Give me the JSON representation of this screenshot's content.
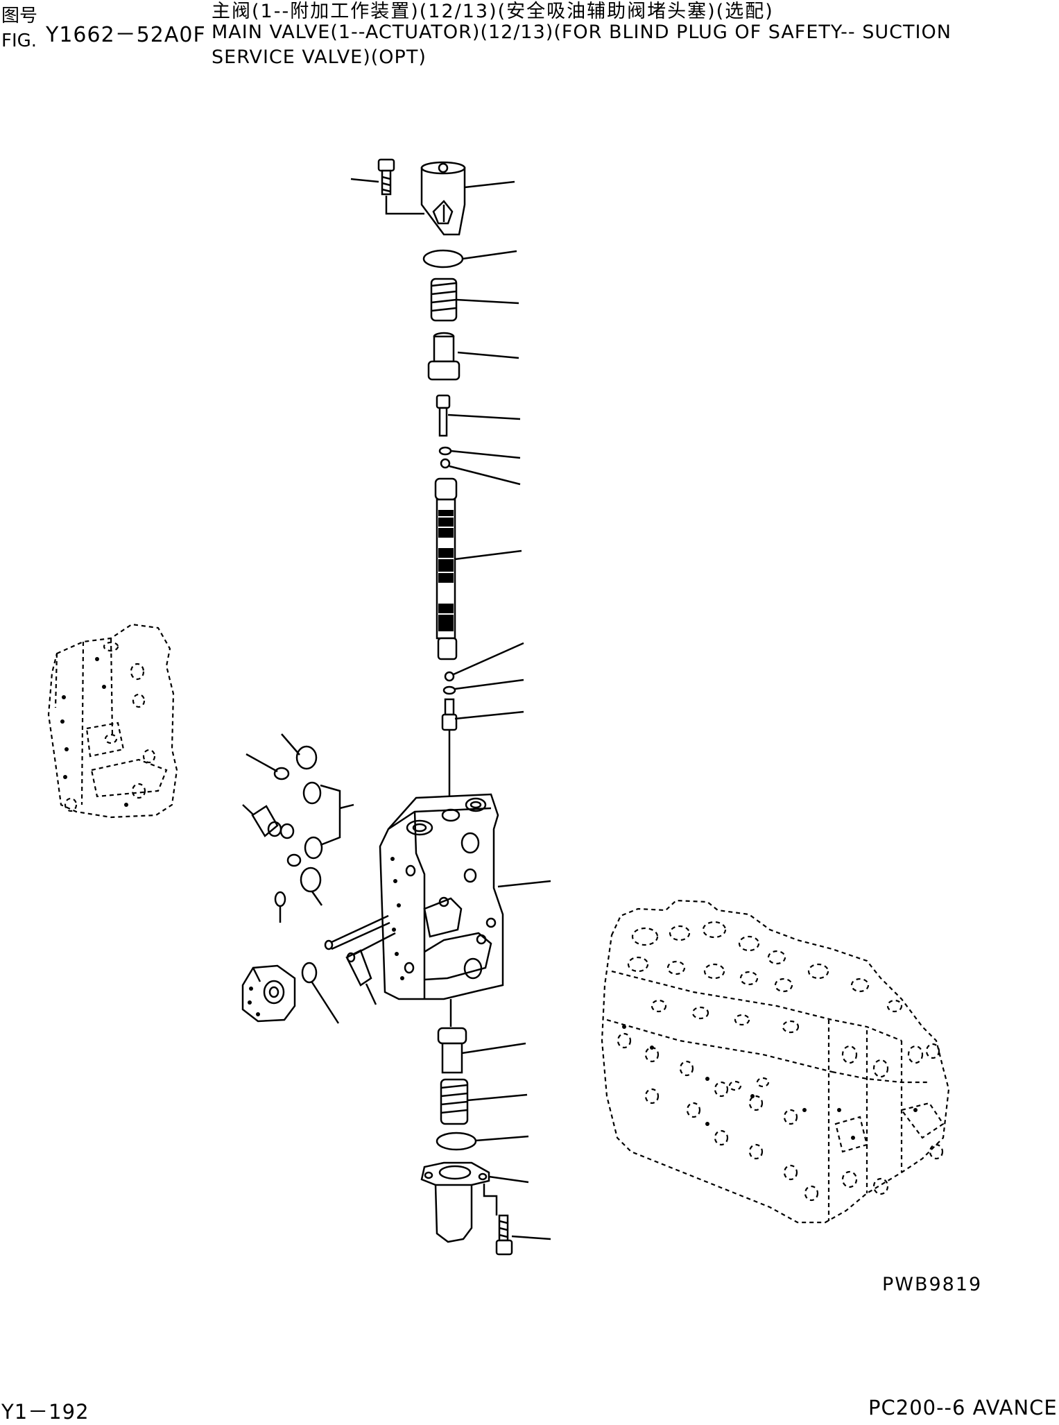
{
  "header": {
    "fig_label_cn": "图号",
    "fig_label_en": "FIG.",
    "fig_number": "Y1662－52A0F",
    "title_cn": "主阀(1--附加工作装置)(12/13)(安全吸油辅助阀堵头塞)(选配)",
    "title_en_line1": "MAIN VALVE(1--ACTUATOR)(12/13)(FOR BLIND PLUG OF SAFETY-- SUCTION",
    "title_en_line2": "SERVICE VALVE)(OPT)"
  },
  "diagram": {
    "reference_code": "PWB9819"
  },
  "footer": {
    "page_id": "Y1－192",
    "model": "PC200--6 AVANCE"
  }
}
